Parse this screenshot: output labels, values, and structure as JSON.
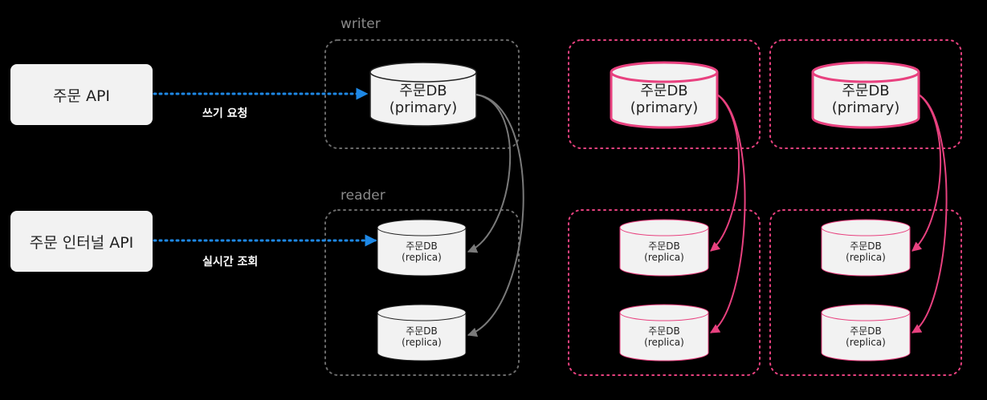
{
  "apis": {
    "order_api": "주문 API",
    "order_internal_api": "주문 인터널 API"
  },
  "edges": {
    "write_request": "쓰기 요청",
    "realtime_query": "실시간 조회"
  },
  "groups": {
    "writer_label": "writer",
    "reader_label": "reader"
  },
  "databases": {
    "primary_name": "주문DB",
    "primary_role": "(primary)",
    "replica_name": "주문DB",
    "replica_role": "(replica)"
  },
  "colors": {
    "background": "#000000",
    "box_fill": "#f2f2f2",
    "gray_border": "#6b6b6b",
    "pink": "#e8417f",
    "blue_request": "#1e88e5",
    "gray_arrow": "#7a7a7a"
  },
  "icons": {
    "database": "cylinder-database-icon",
    "arrowhead": "arrowhead-icon"
  }
}
